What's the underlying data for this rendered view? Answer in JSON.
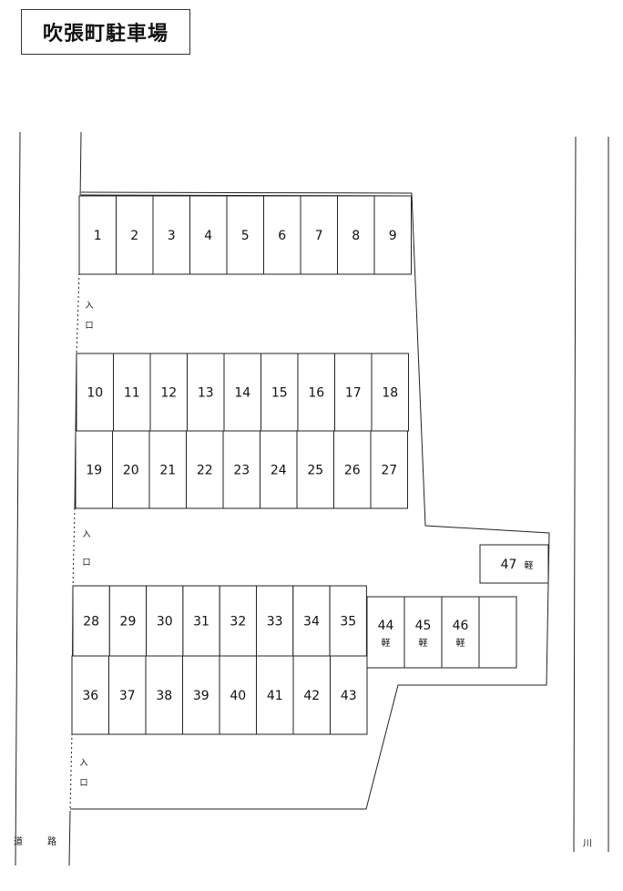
{
  "title": "吹張町駐車場",
  "spaces": [
    {
      "num": "1"
    },
    {
      "num": "2"
    },
    {
      "num": "3"
    },
    {
      "num": "4"
    },
    {
      "num": "5"
    },
    {
      "num": "6"
    },
    {
      "num": "7"
    },
    {
      "num": "8"
    },
    {
      "num": "9"
    },
    {
      "num": "10"
    },
    {
      "num": "11"
    },
    {
      "num": "12"
    },
    {
      "num": "13"
    },
    {
      "num": "14"
    },
    {
      "num": "15"
    },
    {
      "num": "16"
    },
    {
      "num": "17"
    },
    {
      "num": "18"
    },
    {
      "num": "19"
    },
    {
      "num": "20"
    },
    {
      "num": "21"
    },
    {
      "num": "22"
    },
    {
      "num": "23"
    },
    {
      "num": "24"
    },
    {
      "num": "25"
    },
    {
      "num": "26"
    },
    {
      "num": "27"
    },
    {
      "num": "28"
    },
    {
      "num": "29"
    },
    {
      "num": "30"
    },
    {
      "num": "31"
    },
    {
      "num": "32"
    },
    {
      "num": "33"
    },
    {
      "num": "34"
    },
    {
      "num": "35"
    },
    {
      "num": "36"
    },
    {
      "num": "37"
    },
    {
      "num": "38"
    },
    {
      "num": "39"
    },
    {
      "num": "40"
    },
    {
      "num": "41"
    },
    {
      "num": "42"
    },
    {
      "num": "43"
    },
    {
      "num": "44",
      "note": "軽"
    },
    {
      "num": "45",
      "note": "軽"
    },
    {
      "num": "46",
      "note": "軽"
    },
    {
      "num": "",
      "note": ""
    },
    {
      "num": "47",
      "note": "軽"
    }
  ],
  "entrance": {
    "top": "入",
    "bottom": "口"
  },
  "road_label": [
    "道",
    "路"
  ],
  "river_label": "川"
}
